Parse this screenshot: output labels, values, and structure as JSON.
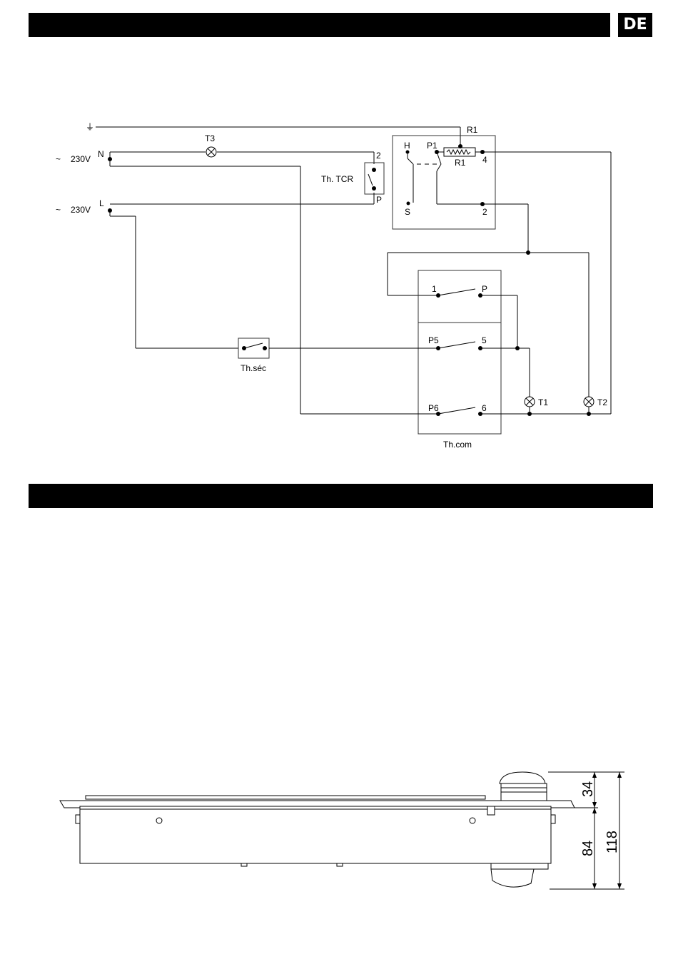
{
  "header": {
    "lang_badge": "DE"
  },
  "wiring": {
    "ground": "⏚",
    "supply_n": "230V",
    "supply_l": "230V",
    "tilde": "~",
    "n": "N",
    "l": "L",
    "t1": "T1",
    "t2": "T2",
    "t3": "T3",
    "r1_top": "R1",
    "r1_res": "R1",
    "h": "H",
    "s": "S",
    "p1": "P1",
    "four": "4",
    "two_reg": "2",
    "tcr": "Th. TCR",
    "tcr_2": "2",
    "tcr_p": "P",
    "sec": "Th.séc",
    "com": "Th.com",
    "com_1": "1",
    "com_p": "P",
    "com_p5": "P5",
    "com_5": "5",
    "com_p6": "P6",
    "com_6": "6"
  },
  "dimensions": {
    "top": "34",
    "bottom": "84",
    "total": "118"
  }
}
